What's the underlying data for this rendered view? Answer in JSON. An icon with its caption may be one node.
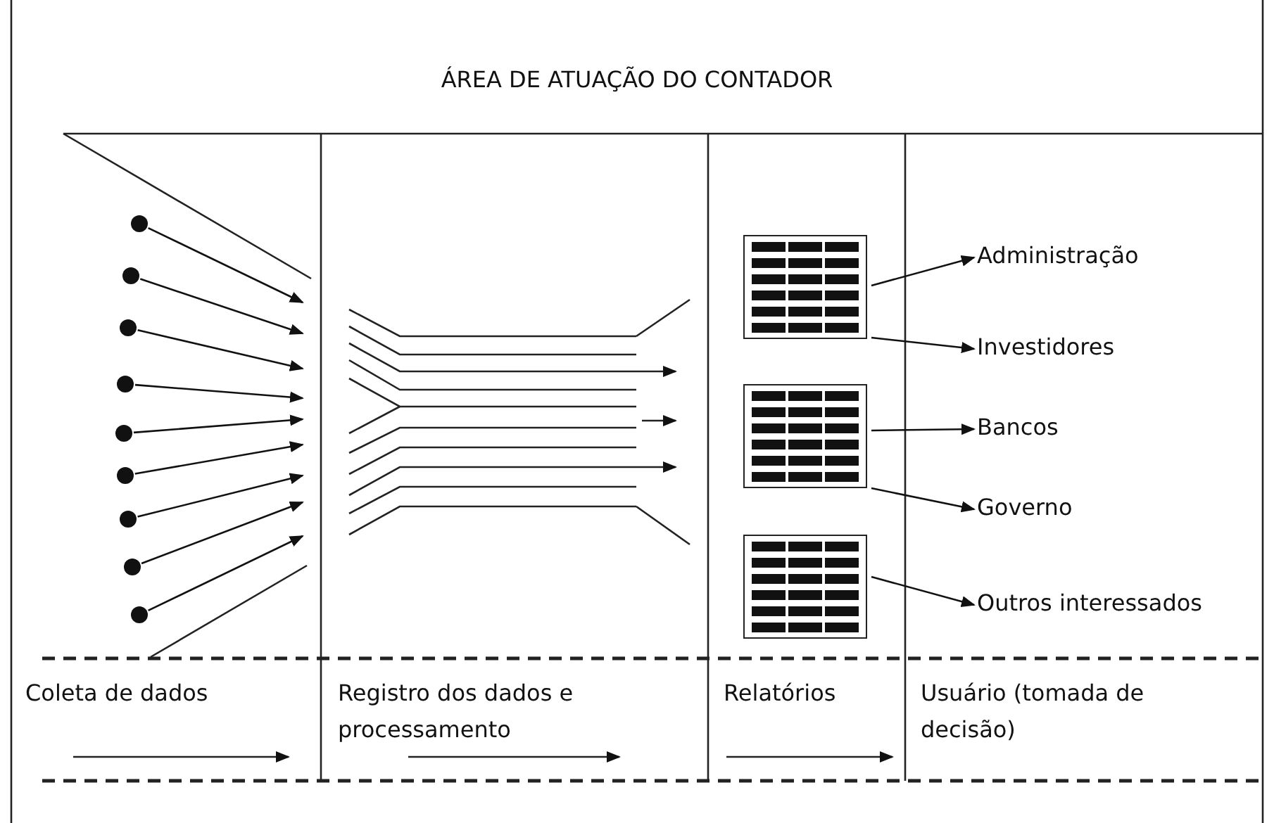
{
  "diagram": {
    "title": "ÁREA DE ATUAÇÃO DO CONTADOR",
    "nodes": [
      {
        "text": [],
        "shape": "circle"
      },
      {
        "text": [],
        "shape": "circle"
      },
      {
        "text": [],
        "shape": "circle"
      },
      {
        "text": [],
        "shape": "circle"
      },
      {
        "text": [],
        "shape": "circle"
      },
      {
        "text": [],
        "shape": "circle"
      },
      {
        "text": [],
        "shape": "circle"
      },
      {
        "text": [],
        "shape": "circle"
      },
      {
        "text": [],
        "shape": "circle"
      },
      {
        "text": [],
        "shape": "picture"
      },
      {
        "text": [],
        "shape": "picture"
      },
      {
        "text": [],
        "shape": "picture"
      },
      {
        "text": [
          "Administração"
        ]
      },
      {
        "text": [
          "Investidores"
        ]
      },
      {
        "text": [
          "Bancos"
        ]
      },
      {
        "text": [
          "Governo"
        ]
      },
      {
        "text": [
          "Outros interessados"
        ]
      }
    ],
    "edges": [
      {
        "from": 0,
        "to": null,
        "arrow": "to"
      },
      {
        "from": 1,
        "to": null,
        "arrow": "to"
      },
      {
        "from": 2,
        "to": null,
        "arrow": "to"
      },
      {
        "from": 3,
        "to": null,
        "arrow": "to"
      },
      {
        "from": 4,
        "to": null,
        "arrow": "to"
      },
      {
        "from": 5,
        "to": null,
        "arrow": "to"
      },
      {
        "from": 6,
        "to": null,
        "arrow": "to"
      },
      {
        "from": 7,
        "to": null,
        "arrow": "to"
      },
      {
        "from": 8,
        "to": null,
        "arrow": "to"
      },
      {
        "from": 9,
        "to": 12,
        "arrow": "to"
      },
      {
        "from": 9,
        "to": 13,
        "arrow": "to"
      },
      {
        "from": 10,
        "to": 14,
        "arrow": "to"
      },
      {
        "from": 10,
        "to": 15,
        "arrow": "to"
      },
      {
        "from": 11,
        "to": 16,
        "arrow": "to"
      }
    ],
    "labels": [
      "Coleta de dados",
      "Registro dos dados e processamento",
      "Relatórios",
      "Usuário (tomada de decisão)"
    ]
  }
}
